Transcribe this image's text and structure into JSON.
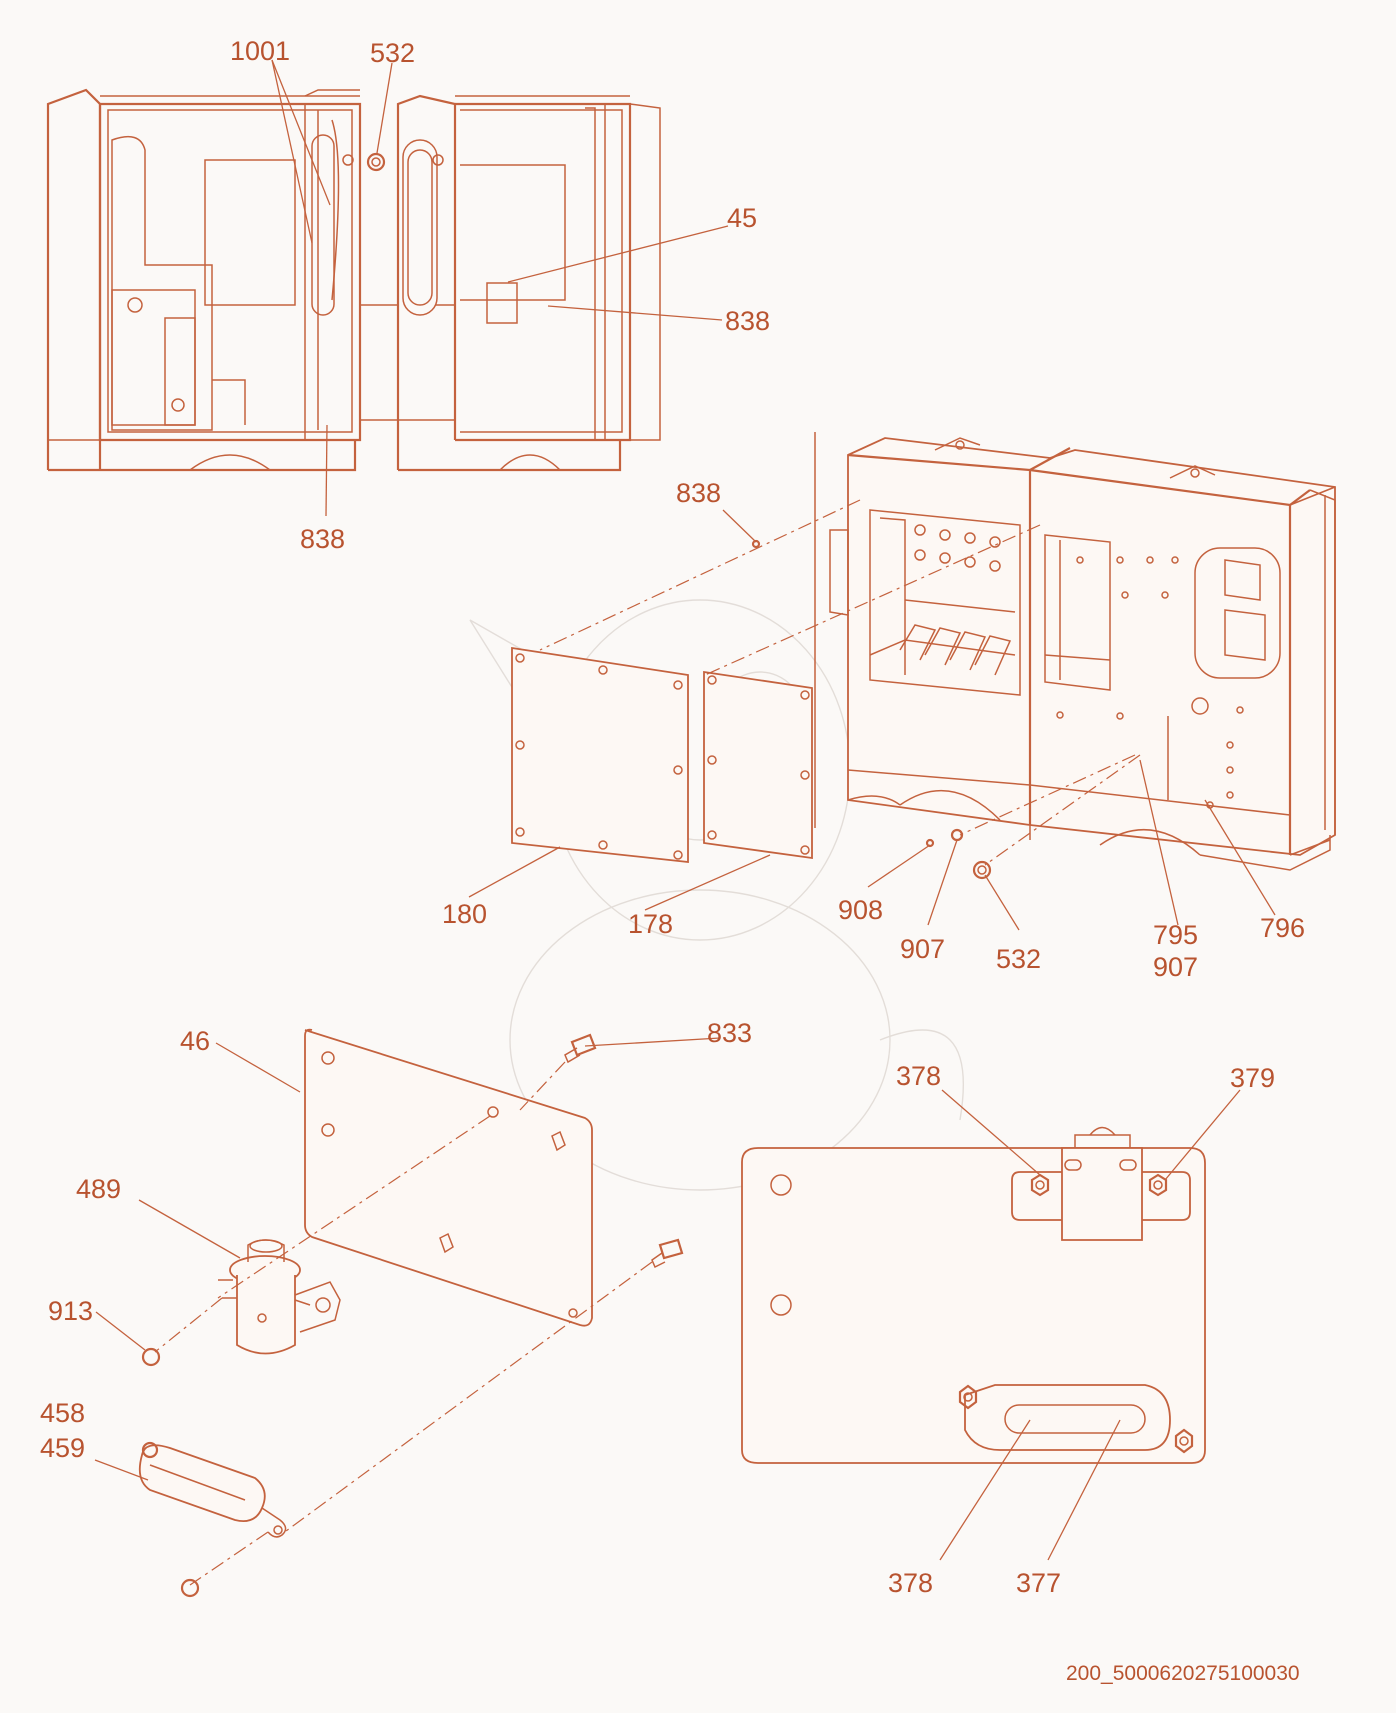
{
  "drawing": {
    "part_numbers": {
      "p1001": "1001",
      "p532_top": "532",
      "p45": "45",
      "p838_right": "838",
      "p838_bottom": "838",
      "p838_mid": "838",
      "p180": "180",
      "p178": "178",
      "p908": "908",
      "p907": "907",
      "p532_mid": "532",
      "p795": "795",
      "p907_b": "907",
      "p796": "796",
      "p46": "46",
      "p833": "833",
      "p489": "489",
      "p913": "913",
      "p458": "458",
      "p459": "459",
      "p378_top": "378",
      "p379": "379",
      "p378_bottom": "378",
      "p377": "377"
    },
    "document_id": "200_5000620275100030",
    "line_color": "#c4623e",
    "text_color": "#b8532f",
    "background": "#fbf9f7"
  }
}
